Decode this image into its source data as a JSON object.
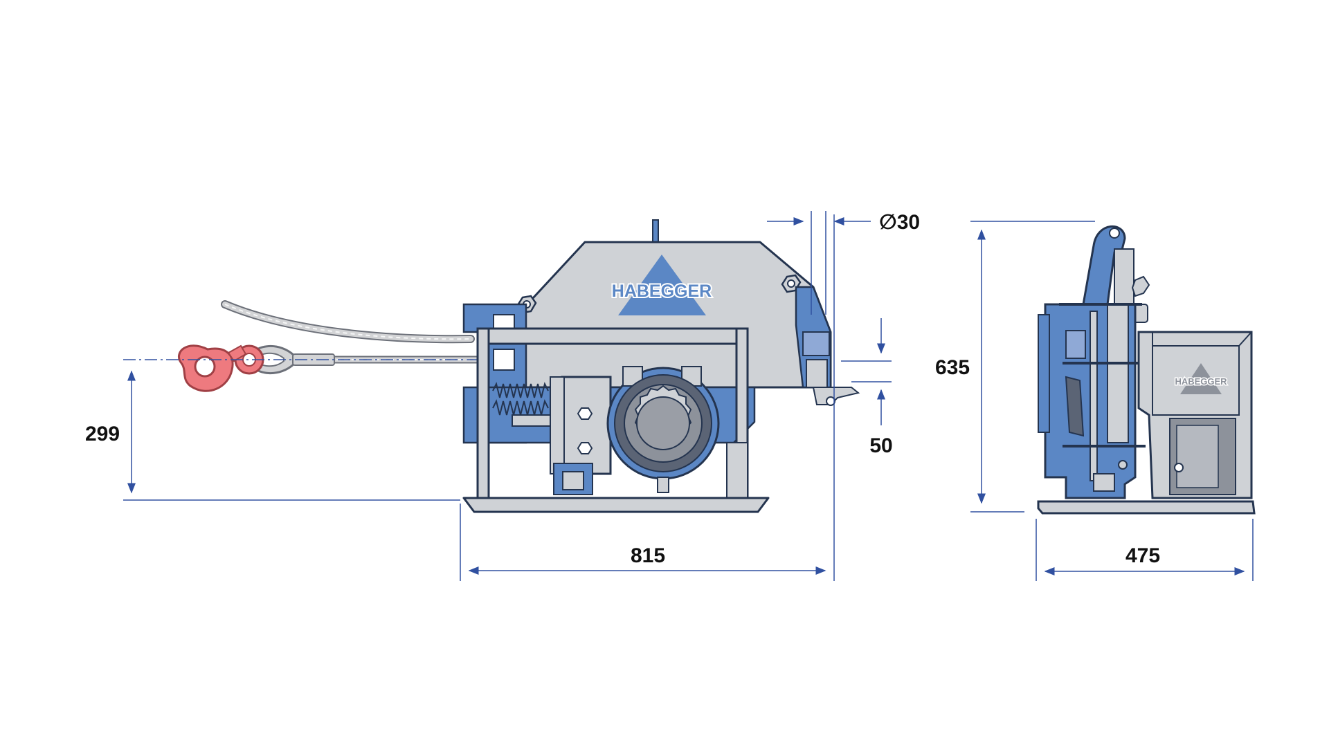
{
  "colors": {
    "machine_blue": "#5b87c5",
    "machine_grey": "#cfd2d6",
    "outline": "#24344f",
    "dimension_line": "#3050a0",
    "hook": "#ee7a7f",
    "cable": "#d3d4d6",
    "background": "#ffffff"
  },
  "brand": {
    "front_logo_text": "HABEGGER",
    "side_logo_text": "HABEGGER"
  },
  "dimensions": {
    "hook_height": "299",
    "overall_length": "815",
    "cable_diameter": "∅30",
    "cable_offset": "50",
    "overall_height": "635",
    "overall_width": "475"
  }
}
